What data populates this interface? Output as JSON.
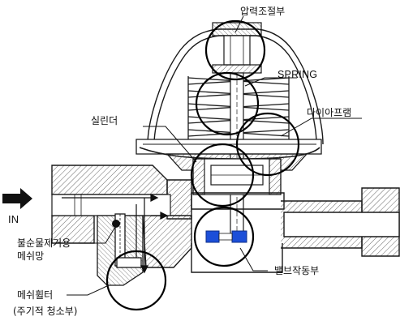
{
  "labels": {
    "pressure_adjust": "압력조절부",
    "spring": "SPRING",
    "diaphragm": "다이아프램",
    "cylinder": "실린더",
    "inlet": "IN",
    "debris_removal_line1": "불순물제거용",
    "debris_removal_line2": "메쉬망",
    "mesh_filter_line1": "메쉬휠터",
    "mesh_filter_line2": "(주기적 청소부)",
    "valve_actuator": "밸브작동부"
  },
  "colors": {
    "line": "#1a1a1a",
    "hatch": "#4a4a4a",
    "valve_seat": "#1c4fd8",
    "arrow": "#111111"
  }
}
